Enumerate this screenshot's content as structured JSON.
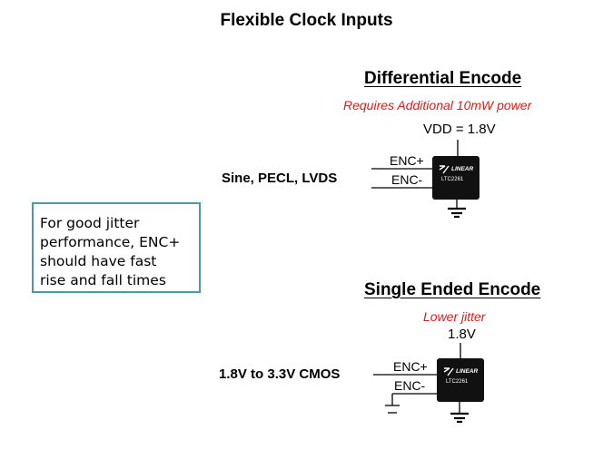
{
  "title": "Flexible Clock Inputs",
  "info_lines": [
    "For good jitter",
    "performance, ENC+",
    "should have fast",
    "rise and fall times"
  ],
  "differential": {
    "heading": "Differential  Encode",
    "note": "Requires Additional 10mW power",
    "supply": "VDD = 1.8V",
    "input_label": "Sine,  PECL,  LVDS",
    "pin_pos": "ENC+",
    "pin_neg": "ENC-",
    "chip_brand": "LINEAR",
    "chip_part": "LTC2261"
  },
  "single": {
    "heading": "Single  Ended Encode",
    "note": "Lower  jitter",
    "supply": "1.8V",
    "input_label": "1.8V to 3.3V CMOS",
    "pin_pos": "ENC+",
    "pin_neg": "ENC-",
    "chip_brand": "LINEAR",
    "chip_part": "LTC2261"
  },
  "colors": {
    "note": "#e01b1b",
    "box_border": "#4a9aa5",
    "chip": "#111111"
  }
}
